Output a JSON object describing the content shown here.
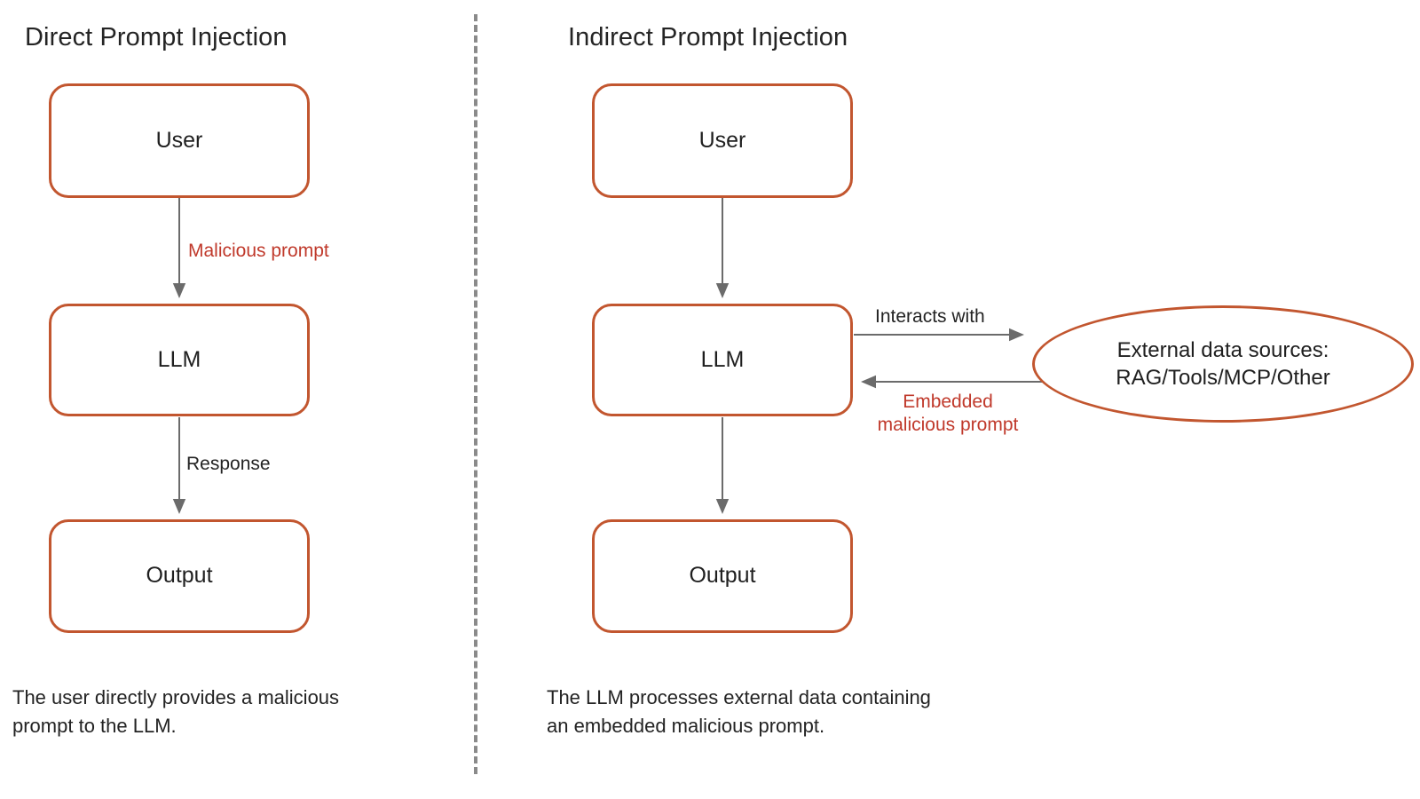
{
  "diagram": {
    "title_direct": "Direct Prompt Injection",
    "title_indirect": "Indirect Prompt Injection",
    "colors": {
      "node_border": "#c2562f",
      "arrow": "#6b6b6b",
      "malicious_text": "#c0392b",
      "neutral_text": "#232323",
      "divider": "#8a8a8a",
      "background": "#ffffff"
    }
  },
  "direct": {
    "nodes": {
      "user": "User",
      "llm": "LLM",
      "output": "Output"
    },
    "edges": {
      "user_to_llm": "Malicious prompt",
      "llm_to_output": "Response"
    },
    "caption": "The user directly provides a malicious\nprompt to the LLM."
  },
  "indirect": {
    "nodes": {
      "user": "User",
      "llm": "LLM",
      "output": "Output",
      "external": "External data sources:\nRAG/Tools/MCP/Other"
    },
    "edges": {
      "llm_to_external": "Interacts with",
      "external_to_llm": "Embedded\nmalicious prompt"
    },
    "caption": "The LLM processes external data containing\nan embedded malicious prompt."
  }
}
